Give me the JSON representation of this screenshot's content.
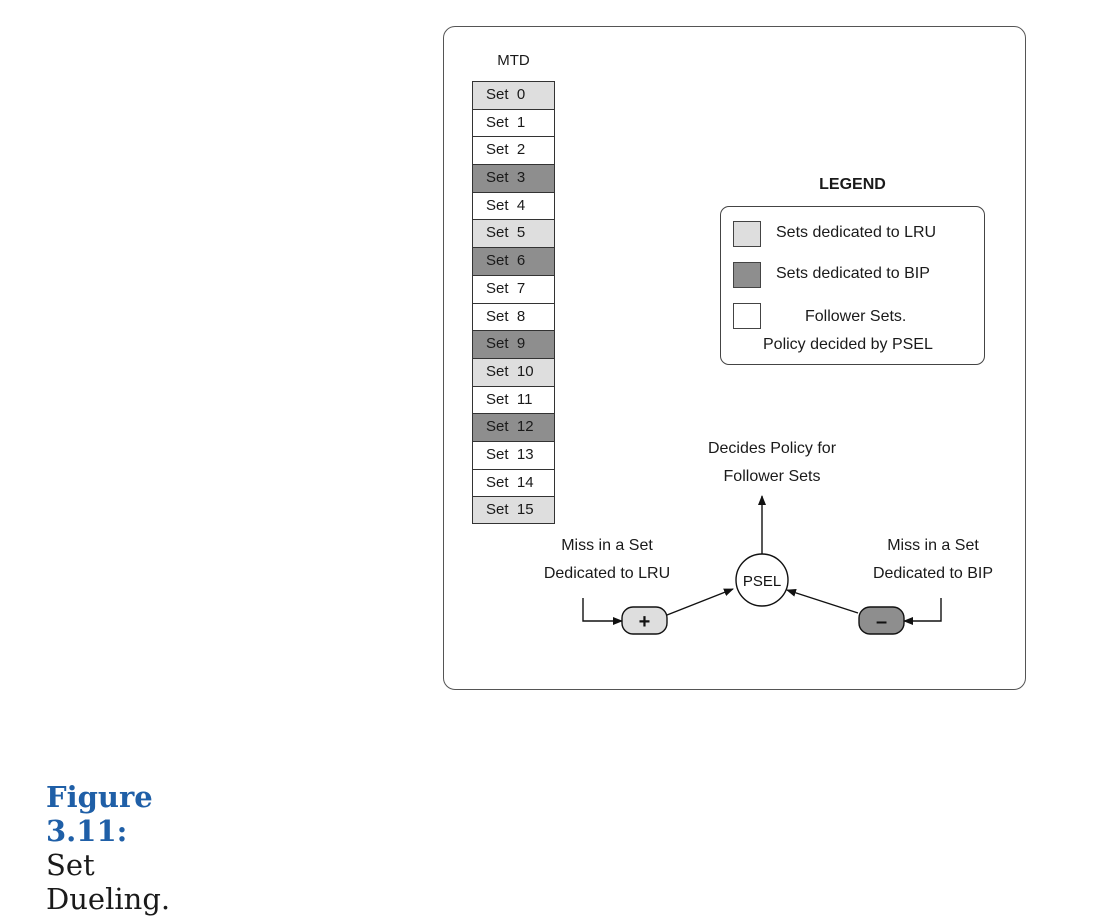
{
  "mtd": {
    "title": "MTD",
    "sets": [
      {
        "label": "Set  0",
        "type": "lru"
      },
      {
        "label": "Set  1",
        "type": "follower"
      },
      {
        "label": "Set  2",
        "type": "follower"
      },
      {
        "label": "Set  3",
        "type": "bip"
      },
      {
        "label": "Set  4",
        "type": "follower"
      },
      {
        "label": "Set  5",
        "type": "lru"
      },
      {
        "label": "Set  6",
        "type": "bip"
      },
      {
        "label": "Set  7",
        "type": "follower"
      },
      {
        "label": "Set  8",
        "type": "follower"
      },
      {
        "label": "Set  9",
        "type": "bip"
      },
      {
        "label": "Set  10",
        "type": "lru"
      },
      {
        "label": "Set  11",
        "type": "follower"
      },
      {
        "label": "Set  12",
        "type": "bip"
      },
      {
        "label": "Set  13",
        "type": "follower"
      },
      {
        "label": "Set  14",
        "type": "follower"
      },
      {
        "label": "Set  15",
        "type": "lru"
      }
    ]
  },
  "legend": {
    "title": "LEGEND",
    "lru_label": "Sets dedicated to LRU",
    "bip_label": "Sets dedicated to BIP",
    "follower_line1": "Follower Sets.",
    "follower_line2": "Policy decided by PSEL"
  },
  "colors": {
    "lru": "#dedede",
    "bip": "#8e8e8e",
    "follower": "#ffffff",
    "caption_accent": "#1f5fa7"
  },
  "psel": {
    "label": "PSEL",
    "decides_line1": "Decides Policy for",
    "decides_line2": "Follower Sets",
    "lru_miss_line1": "Miss in a Set",
    "lru_miss_line2": "Dedicated to LRU",
    "bip_miss_line1": "Miss in a Set",
    "bip_miss_line2": "Dedicated to BIP",
    "plus": "+",
    "minus": "–"
  },
  "caption": {
    "figure": "Figure 3.11:",
    "text": "Set Dueling."
  }
}
